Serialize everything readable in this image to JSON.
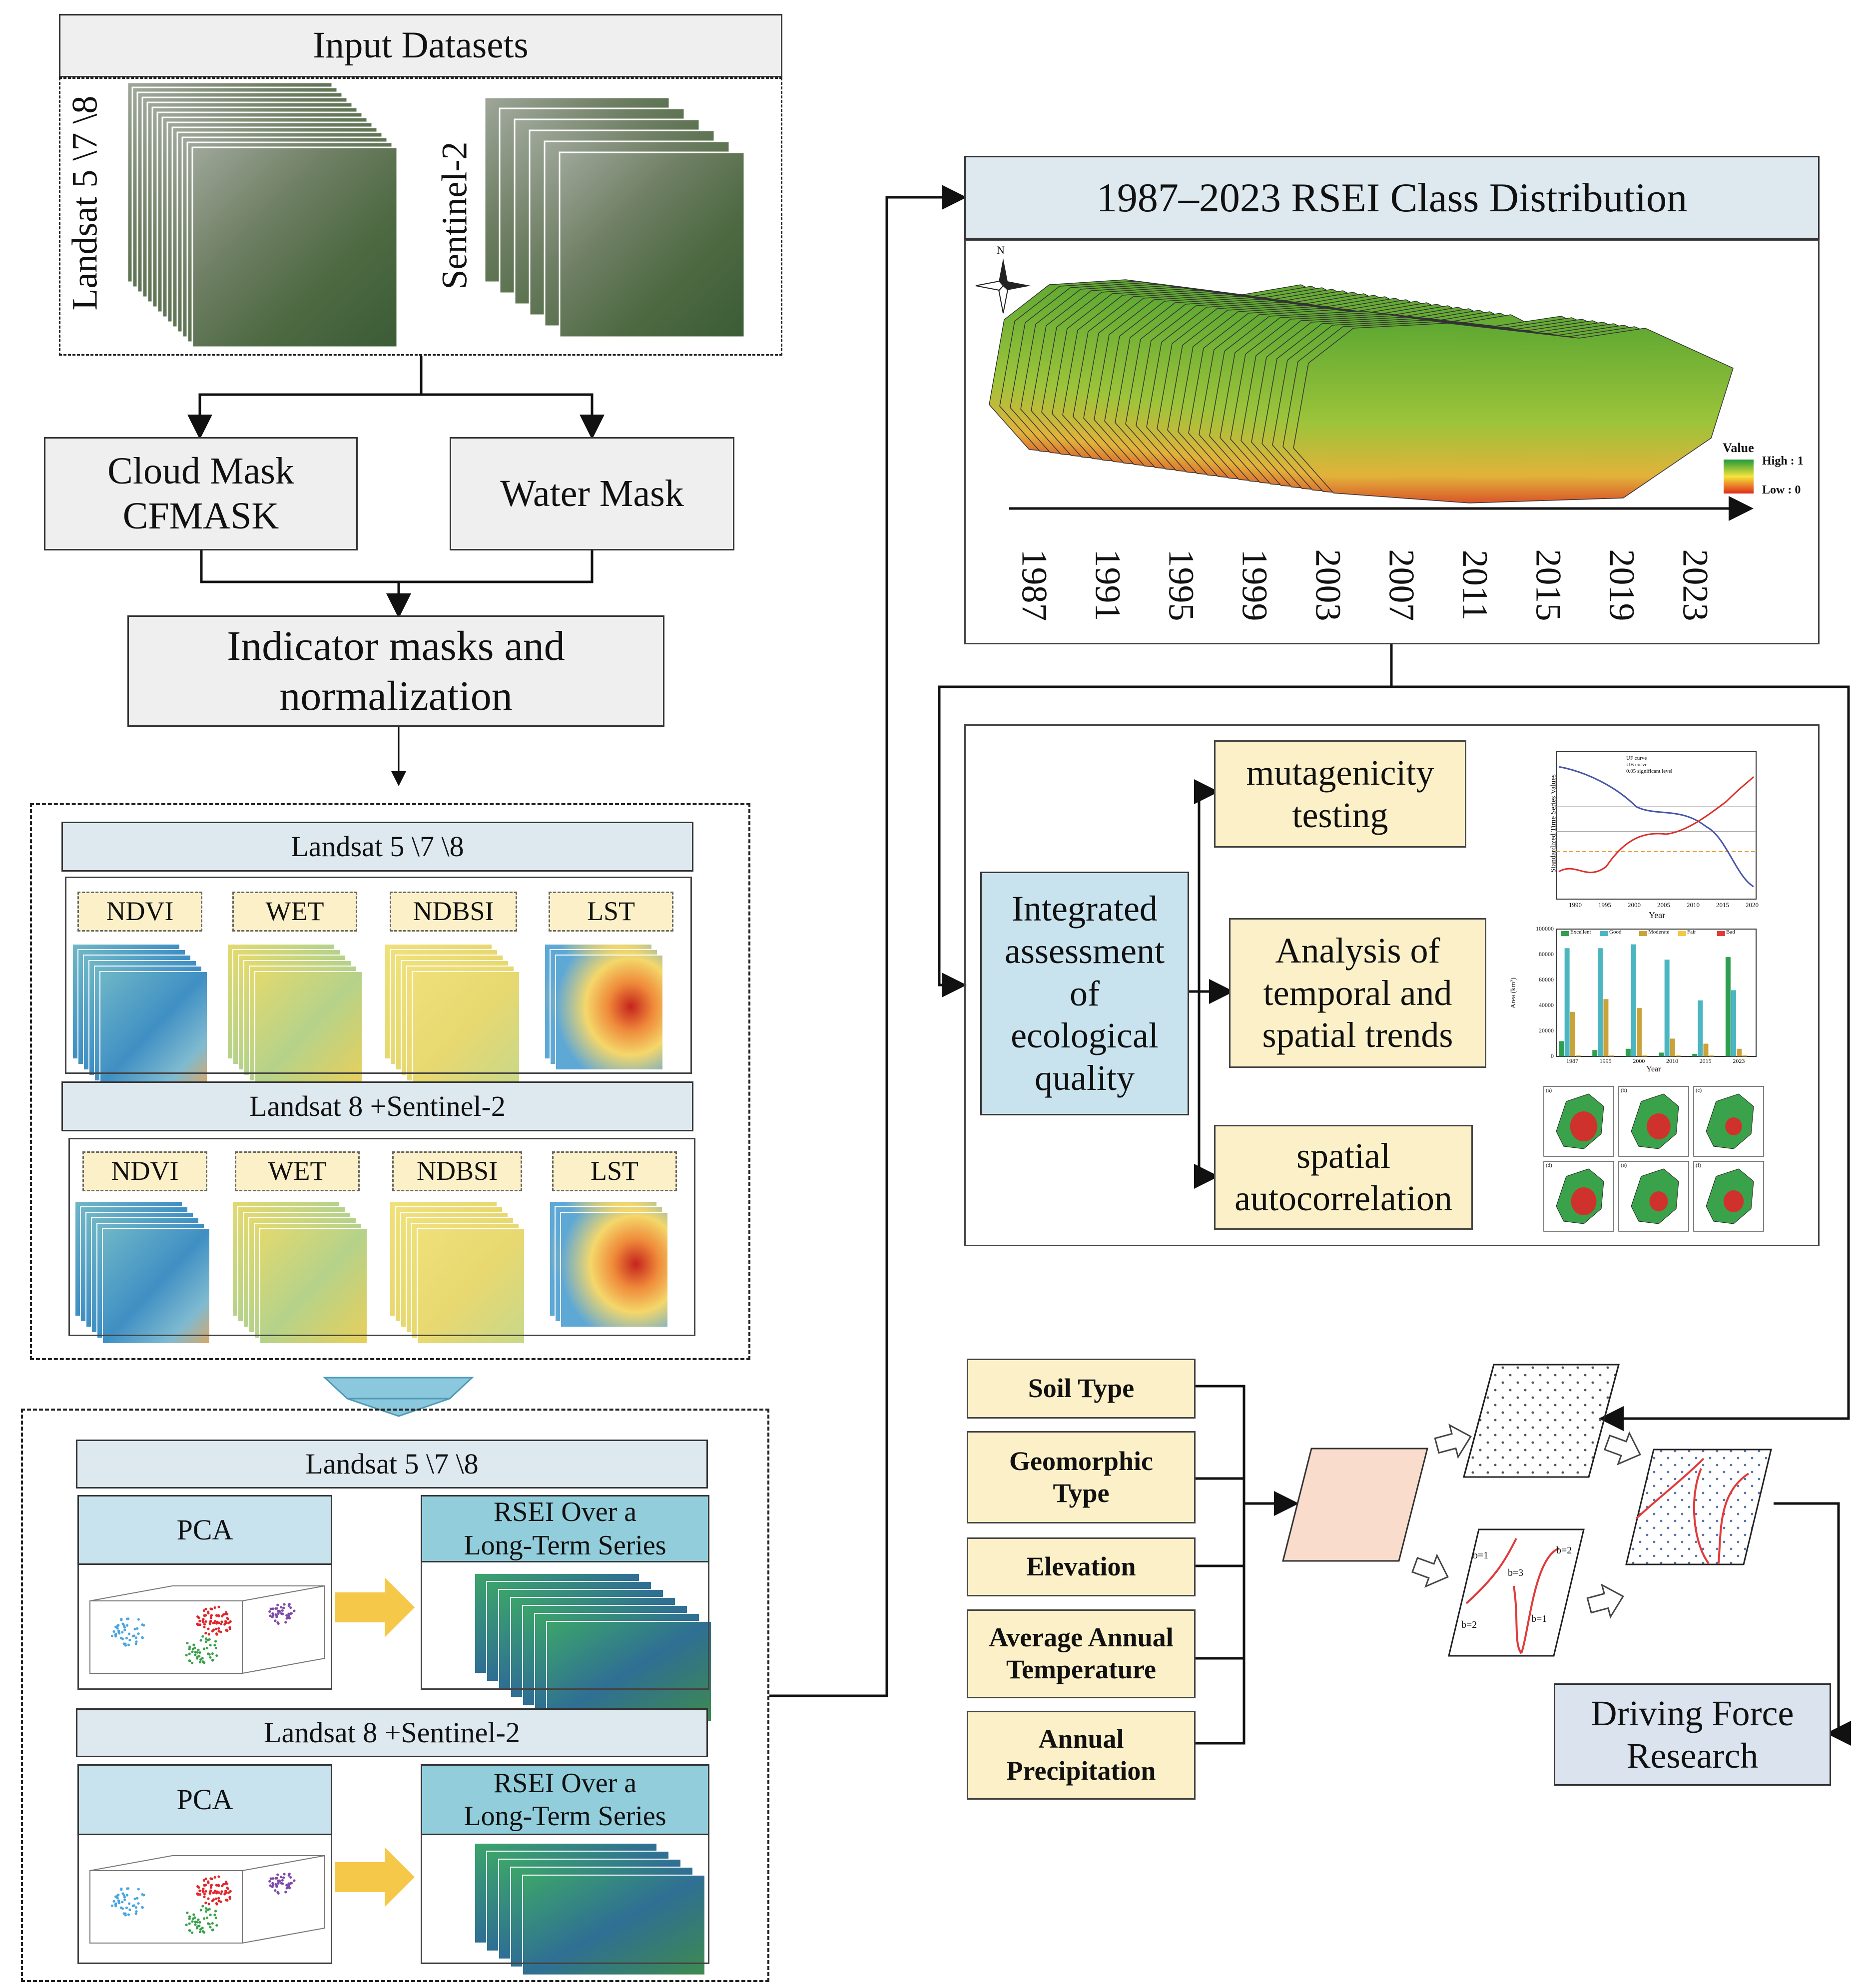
{
  "input": {
    "title": "Input Datasets",
    "landsat_label": "Landsat 5 \\7 \\8",
    "sentinel_label": "Sentinel-2"
  },
  "masks": {
    "cloud_line1": "Cloud Mask",
    "cloud_line2": "CFMASK",
    "water": "Water Mask"
  },
  "indicator": {
    "line1": "Indicator masks and",
    "line2": "normalization"
  },
  "indicators_panel": {
    "landsat_header": "Landsat 5 \\7 \\8",
    "sentinel_header": "Landsat 8 +Sentinel-2",
    "labels": [
      "NDVI",
      "WET",
      "NDBSI",
      "LST"
    ]
  },
  "pca_panel": {
    "landsat_header": "Landsat 5 \\7 \\8",
    "sentinel_header": "Landsat 8 +Sentinel-2",
    "pca": "PCA",
    "rsei_line1": "RSEI  Over a",
    "rsei_line2": "Long-Term Series"
  },
  "rsei_dist": {
    "title": "1987–2023 RSEI Class Distribution",
    "years": [
      "1987",
      "1991",
      "1995",
      "1999",
      "2003",
      "2007",
      "2011",
      "2015",
      "2019",
      "2023"
    ],
    "north": "N",
    "legend_title": "Value",
    "legend_high": "High : 1",
    "legend_low": "Low  : 0"
  },
  "assessment": {
    "center": [
      "Integrated",
      "assessment",
      "of",
      "ecological",
      "quality"
    ],
    "mut": [
      "mutagenicity",
      "testing"
    ],
    "trend": [
      "Analysis of",
      "temporal and",
      "spatial trends"
    ],
    "spatial": [
      "spatial",
      "autocorrelation"
    ]
  },
  "factors": [
    [
      "Soil Type"
    ],
    [
      "Geomorphic",
      "Type"
    ],
    [
      "Elevation"
    ],
    [
      "Average Annual",
      "Temperature"
    ],
    [
      "Annual",
      "Precipitation"
    ]
  ],
  "tree_labels": [
    "b=1",
    "b=3",
    "b=2",
    "b=2",
    "b=1"
  ],
  "driving": {
    "line1": "Driving Force",
    "line2": "Research"
  },
  "mini_line_chart": {
    "legend": [
      "UF curve",
      "UB curve",
      "0.05 significant level"
    ],
    "ylabel": "Standardized Time Series Values",
    "xlabel": "Year",
    "xticks": [
      "1990",
      "1995",
      "2000",
      "2005",
      "2010",
      "2015",
      "2020"
    ]
  },
  "mini_bar_chart": {
    "type": "bar",
    "categories": [
      "1987",
      "1995",
      "2000",
      "2010",
      "2015",
      "2023"
    ],
    "series": [
      {
        "name": "Excellent",
        "values": [
          12000,
          5000,
          6000,
          3000,
          2000,
          78000
        ]
      },
      {
        "name": "Good",
        "values": [
          85000,
          85000,
          88000,
          76000,
          44000,
          52000
        ]
      },
      {
        "name": "Moderate",
        "values": [
          35000,
          45000,
          38000,
          14000,
          10000,
          6000
        ]
      },
      {
        "name": "Fair",
        "values": [
          1000,
          1000,
          1000,
          1000,
          1000,
          1000
        ]
      },
      {
        "name": "Bad",
        "values": [
          0,
          0,
          0,
          0,
          0,
          0
        ]
      }
    ],
    "xlabel": "Year",
    "ylabel": "Area (km²)",
    "yticks": [
      "0",
      "20000",
      "40000",
      "60000",
      "80000",
      "100000"
    ],
    "ylim": [
      0,
      100000
    ],
    "colors": {
      "Excellent": "#2e9e4f",
      "Good": "#4bb6c2",
      "Moderate": "#c9a23a",
      "Fair": "#f3c744",
      "Bad": "#e23a3a"
    }
  },
  "map_panels": [
    "(a)",
    "(b)",
    "(c)",
    "(d)",
    "(e)",
    "(f)"
  ]
}
